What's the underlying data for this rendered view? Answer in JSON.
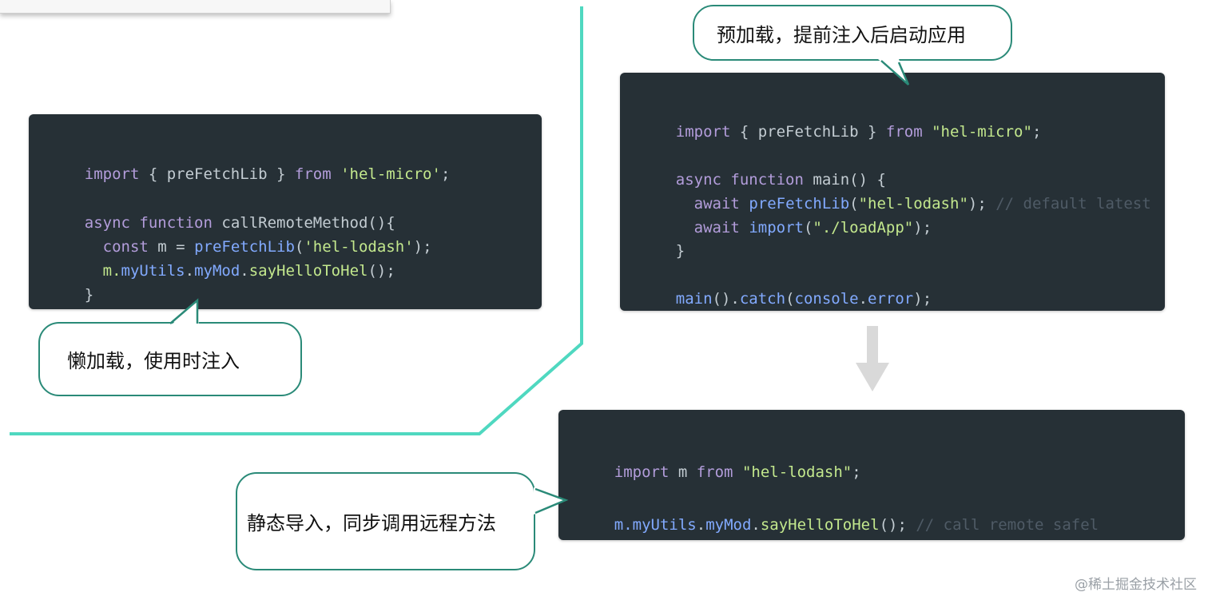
{
  "left_block": {
    "l1": {
      "kw1": "import",
      "p1": " { preFetchLib } ",
      "kw2": "from",
      "p2": " ",
      "s": "'hel-micro'",
      "p3": ";"
    },
    "l3": {
      "kw1": "async",
      "p1": " ",
      "kw2": "function",
      "p2": " callRemoteMethod(){"
    },
    "l4": {
      "p0": "  ",
      "kw1": "const",
      "p1": " m = ",
      "fn": "preFetchLib",
      "p2": "(",
      "s": "'hel-lodash'",
      "p3": ");"
    },
    "l5": {
      "p0": "  ",
      "t1": "m.",
      "t2": "myUtils",
      "t3": ".",
      "t4": "myMod",
      "t5": ".",
      "t6": "sayHelloToHel",
      "p1": "();"
    },
    "l6": "}"
  },
  "right_block": {
    "l1": {
      "kw1": "import",
      "p1": " { preFetchLib } ",
      "kw2": "from",
      "p2": " ",
      "s": "\"hel-micro\"",
      "p3": ";"
    },
    "l3": {
      "kw1": "async",
      "p1": " ",
      "kw2": "function",
      "p2": " main() {"
    },
    "l4": {
      "p0": "  ",
      "kw1": "await",
      "p1": " ",
      "fn": "preFetchLib",
      "p2": "(",
      "s": "\"hel-lodash\"",
      "p3": "); ",
      "c": "// default latest"
    },
    "l5": {
      "p0": "  ",
      "kw1": "await",
      "p1": " ",
      "fn": "import",
      "p2": "(",
      "s": "\"./loadApp\"",
      "p3": ");"
    },
    "l6": "}",
    "l8": {
      "fn1": "main",
      "p1": "().",
      "fn2": "catch",
      "p2": "(",
      "fn3": "console",
      "p3": ".",
      "fn4": "error",
      "p4": ");"
    }
  },
  "bottom_block": {
    "l1": {
      "kw1": "import",
      "p1": " m ",
      "kw2": "from",
      "p2": " ",
      "s": "\"hel-lodash\"",
      "p3": ";"
    },
    "l2": {
      "t1": "m.",
      "t2": "myUtils",
      "t3": ".",
      "t4": "myMod",
      "t5": ".",
      "t6": "sayHelloToHel",
      "p1": "(); ",
      "c": "// call remote safel"
    }
  },
  "bubbles": {
    "lazy": "懒加载，使用时注入",
    "preload": "预加载，提前注入后启动应用",
    "static": "静态导入，同步调用远程方法"
  },
  "watermark": "@稀土掘金技术社区",
  "colors": {
    "accent_line": "#4fd8c0",
    "bubble_border": "#2a8a78",
    "code_bg": "#263036",
    "arrow": "#d9d9d9"
  }
}
